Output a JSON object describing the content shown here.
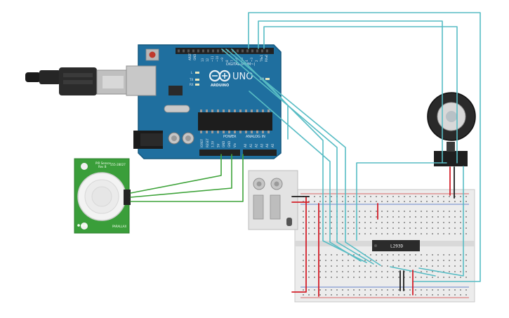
{
  "arduino": {
    "model_label": "UNO",
    "brand_label": "ARDUINO",
    "digital_label": "DIGITAL (PWM~)",
    "power_label": "POWER",
    "analog_label": "ANALOG IN",
    "aref_label": "AREF",
    "gnd_label": "GND",
    "tx_label": "TX",
    "rx_label": "RX",
    "l_label": "L",
    "on_label": "ON",
    "power_pins": [
      "IOREF",
      "RESET",
      "3.3V",
      "5V",
      "GND",
      "GND",
      "Vin"
    ],
    "analog_pins": [
      "A0",
      "A1",
      "A2",
      "A3",
      "A4",
      "A5"
    ],
    "digital_pins": [
      "13",
      "12",
      "~11",
      "~10",
      "~9",
      "8",
      "7",
      "~6",
      "~5",
      "4",
      "~3",
      "2",
      "TX▸1",
      "RX◂0"
    ]
  },
  "pir": {
    "title_line1": "PIR Sensor",
    "title_line2": "Rev B",
    "part_number": "555-28027",
    "brand": "PARALLAX"
  },
  "driver_chip": {
    "label": "L293D"
  },
  "colors": {
    "board": "#1f6f9f",
    "board_dark": "#15587f",
    "header": "#222222",
    "wire_teal": "#57bcc4",
    "wire_green": "#3ea33a",
    "wire_red": "#d4202a",
    "wire_black": "#1c1c1c",
    "breadboard": "#ececec",
    "pir_board": "#3a9e3a",
    "chip": "#2b2b2b"
  }
}
